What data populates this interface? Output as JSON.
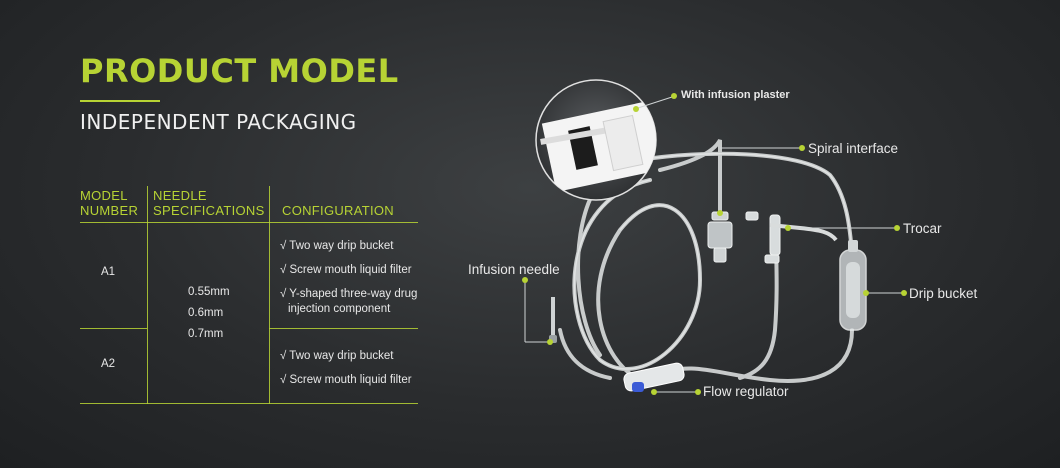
{
  "header": {
    "title": "PRODUCT MODEL",
    "subtitle": "INDEPENDENT PACKAGING"
  },
  "table": {
    "headers": {
      "model_line1": "MODEL",
      "model_line2": "NUMBER",
      "needle_line1": "NEEDLE",
      "needle_line2": "SPECIFICATIONS",
      "configuration": "CONFIGURATION"
    },
    "rows": [
      {
        "model": "A1",
        "config": [
          "√ Two way drip bucket",
          "√ Screw mouth liquid filter",
          "√ Y-shaped three-way drug",
          "injection component"
        ]
      },
      {
        "model": "A2",
        "config": [
          "√ Two way drip bucket",
          "√ Screw mouth liquid filter"
        ]
      }
    ],
    "needle_specs": [
      "0.55mm",
      "0.6mm",
      "0.7mm"
    ]
  },
  "diagram_labels": {
    "plaster": "With infusion plaster",
    "spiral": "Spiral interface",
    "trocar": "Trocar",
    "needle": "Infusion needle",
    "drip": "Drip bucket",
    "flow": "Flow regulator"
  },
  "colors": {
    "accent": "#b7d334",
    "background": "#2a2c2e",
    "text": "#e8e8e8"
  }
}
